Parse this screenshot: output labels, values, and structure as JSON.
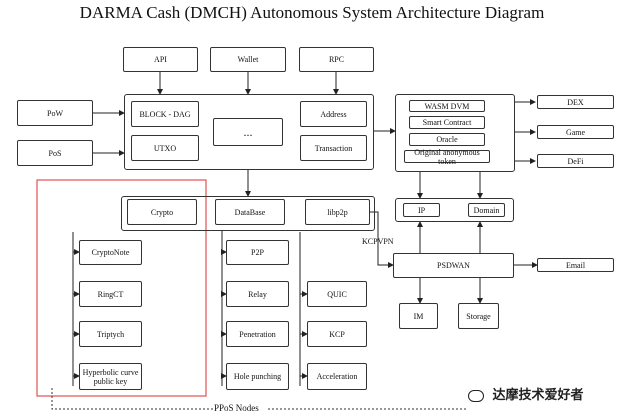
{
  "title": "DARMA Cash (DMCH) Autonomous System Architecture Diagram",
  "top": {
    "api": "API",
    "wallet": "Wallet",
    "rpc": "RPC"
  },
  "consensus": {
    "pow": "PoW",
    "pos": "PoS"
  },
  "core": {
    "block_dag": "BLOCK - DAG",
    "utxo": "UTXO",
    "ellipsis": "...",
    "address": "Address",
    "transaction": "Transaction"
  },
  "vm": {
    "wasm": "WASM DVM",
    "smart_contract": "Smart Contract",
    "oracle": "Oracle",
    "token": "Original anonymous token"
  },
  "apps": {
    "dex": "DEX",
    "game": "Game",
    "defi": "DeFi"
  },
  "modules": {
    "crypto": "Crypto",
    "database": "DataBase",
    "libp2p": "libp2p"
  },
  "crypto_items": [
    "CryptoNote",
    "RingCT",
    "Triptych",
    "Hyperbolic curve public key"
  ],
  "db_items": [
    "P2P",
    "Relay",
    "Penetration",
    "Hole punching"
  ],
  "p2p_items": [
    "QUIC",
    "KCP",
    "Acceleration"
  ],
  "net": {
    "ip": "IP",
    "domain": "Domain",
    "kcpvpn": "KCPVPN",
    "psdwan": "PSDWAN",
    "email": "Email",
    "im": "IM",
    "storage": "Storage"
  },
  "nodes_label": "PPoS Nodes",
  "watermark": "达摩技术爱好者",
  "colors": {
    "highlight": "#e05050"
  }
}
